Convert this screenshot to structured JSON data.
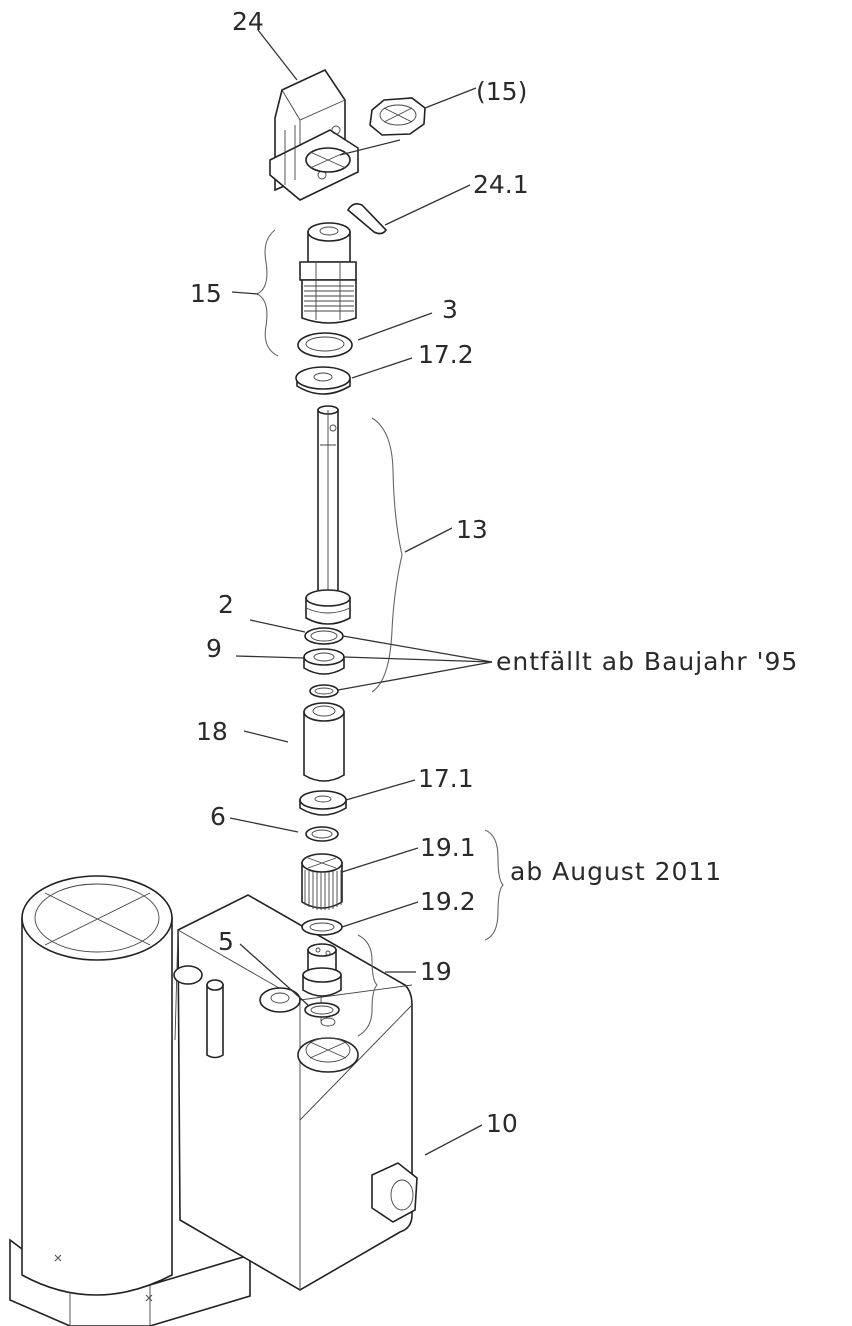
{
  "labels": {
    "p24": "24",
    "p15a": "(15)",
    "p24_1": "24.1",
    "p15": "15",
    "p3": "3",
    "p17_2": "17.2",
    "p13": "13",
    "p2": "2",
    "p9": "9",
    "p18": "18",
    "p17_1": "17.1",
    "p6": "6",
    "p19_1": "19.1",
    "p19_2": "19.2",
    "p5": "5",
    "p19": "19",
    "p10": "10"
  },
  "notes": {
    "entfaellt": "entfällt ab Baujahr '95",
    "ab_august": "ab August 2011"
  }
}
